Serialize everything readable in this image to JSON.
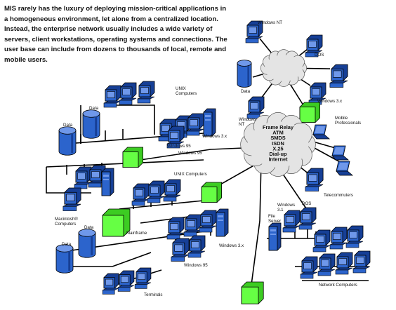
{
  "intro_text": "MIS rarely has the luxury of deploying mission-critical applications in a homogeneous environment, let alone from a centralized location. Instead, the enterprise network usually includes a wide variety of servers, client workstations, operating systems and connections. The user base can include from dozens to thousands of local, remote and mobile users.",
  "colors": {
    "computer_blue": "#2c64cc",
    "computer_shade": "#163f96",
    "computer_light": "#6f98ea",
    "node_green": "#66ff44",
    "node_green_shade": "#3ccc22",
    "cloud_fill": "#e4e4e4",
    "line": "#000000"
  },
  "cloud_center": {
    "lines": [
      "Frame Relay",
      "ATM",
      "SMDS",
      "ISDN",
      "X.25",
      "Dial-up",
      "Internet"
    ]
  },
  "labels": {
    "windows_nt_top": "Windows NT",
    "dos_top": "DOS",
    "data_top": "Data",
    "windows_nt_left": "Windows\nNT",
    "windows_3x_top": "Windows 3.x",
    "unix_computers_top": "UNIX\nComputers",
    "data_left": "Data",
    "data_far_left": "Data",
    "windows_3x_left": "Windows 3.x",
    "windows_95_left": "Windows 95",
    "windows_95_mid": "Windows 95",
    "mobile_professionals": "Mobile\nProfessionals",
    "unix_computers_mid": "UNIX Computers",
    "telecommuters": "Telecommuters",
    "macintosh_computers": "Macintosh®\nComputers",
    "mainframe": "Mainframe",
    "data_bottom_mid": "Data",
    "windows_31": "Windows\n3.1",
    "dos_bottom": "DOS",
    "file_server": "File\nServer",
    "data_bottom_left": "Data",
    "windows_3x_bottom": "Windows 3.x",
    "windows_95_bottom": "Windows 95",
    "terminals": "Terminals",
    "network_computers": "Network Computers"
  }
}
